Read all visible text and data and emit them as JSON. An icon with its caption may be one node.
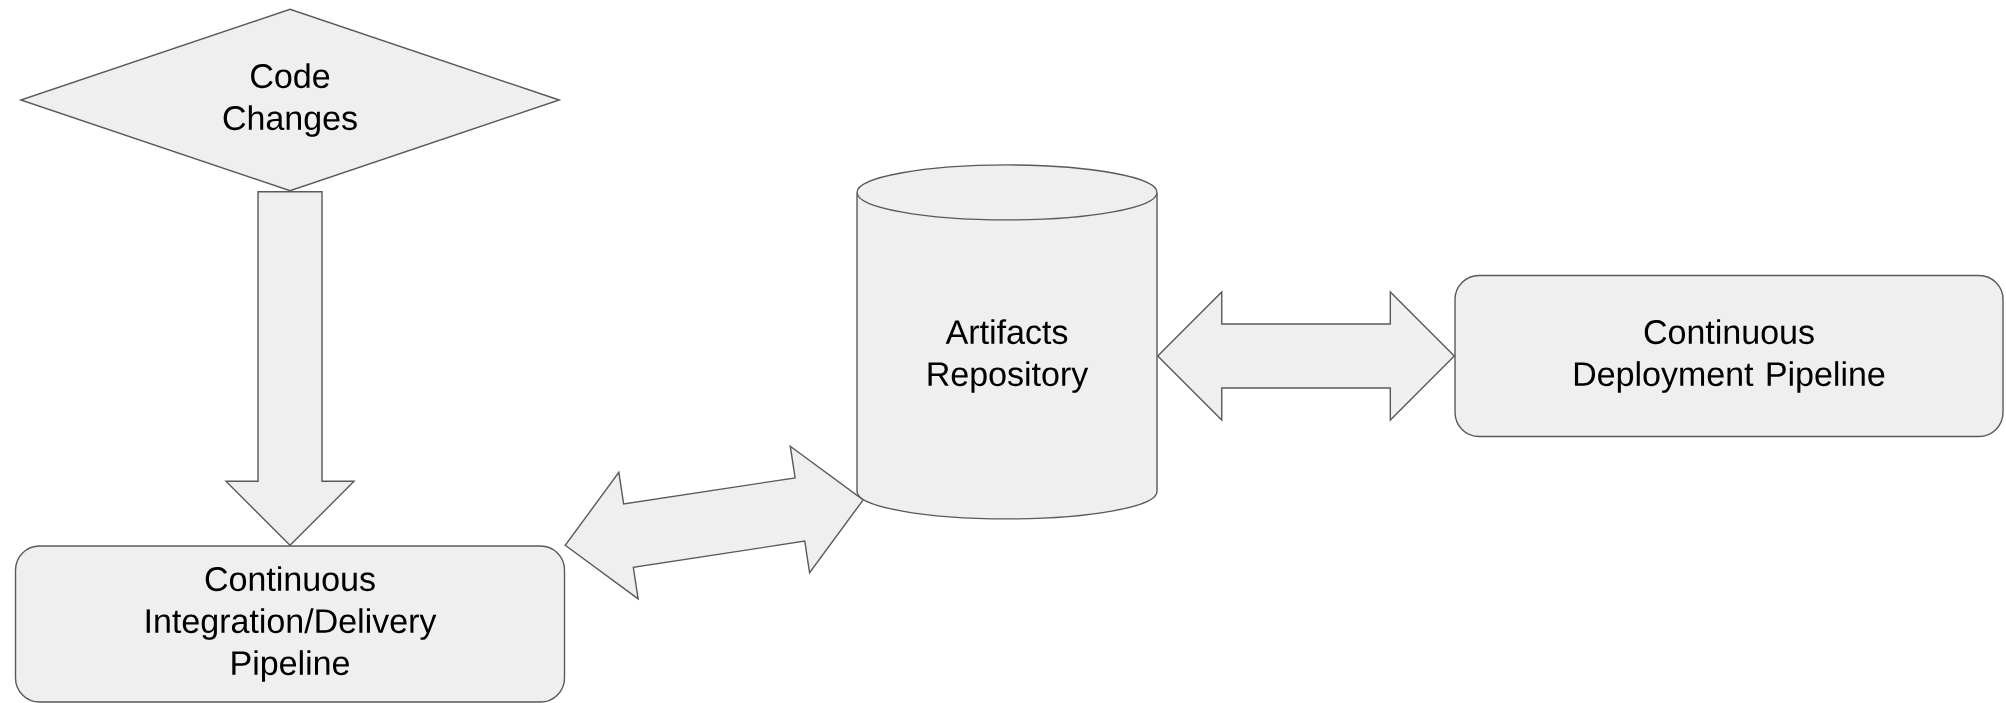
{
  "diagram": {
    "nodes": [
      {
        "text": [
          "Code Changes"
        ]
      },
      {
        "text": [
          "Artifacts Repository"
        ]
      },
      {
        "text": [
          "Continuous Integration/Delivery Pipeline"
        ]
      },
      {
        "text": [
          "Continuous Deployment Pipeline"
        ]
      }
    ],
    "edges": [
      {
        "from": 0,
        "to": 2,
        "arrow": "to"
      },
      {
        "from": 2,
        "to": 1,
        "arrow": "both"
      },
      {
        "from": 1,
        "to": 3,
        "arrow": "both"
      }
    ]
  }
}
